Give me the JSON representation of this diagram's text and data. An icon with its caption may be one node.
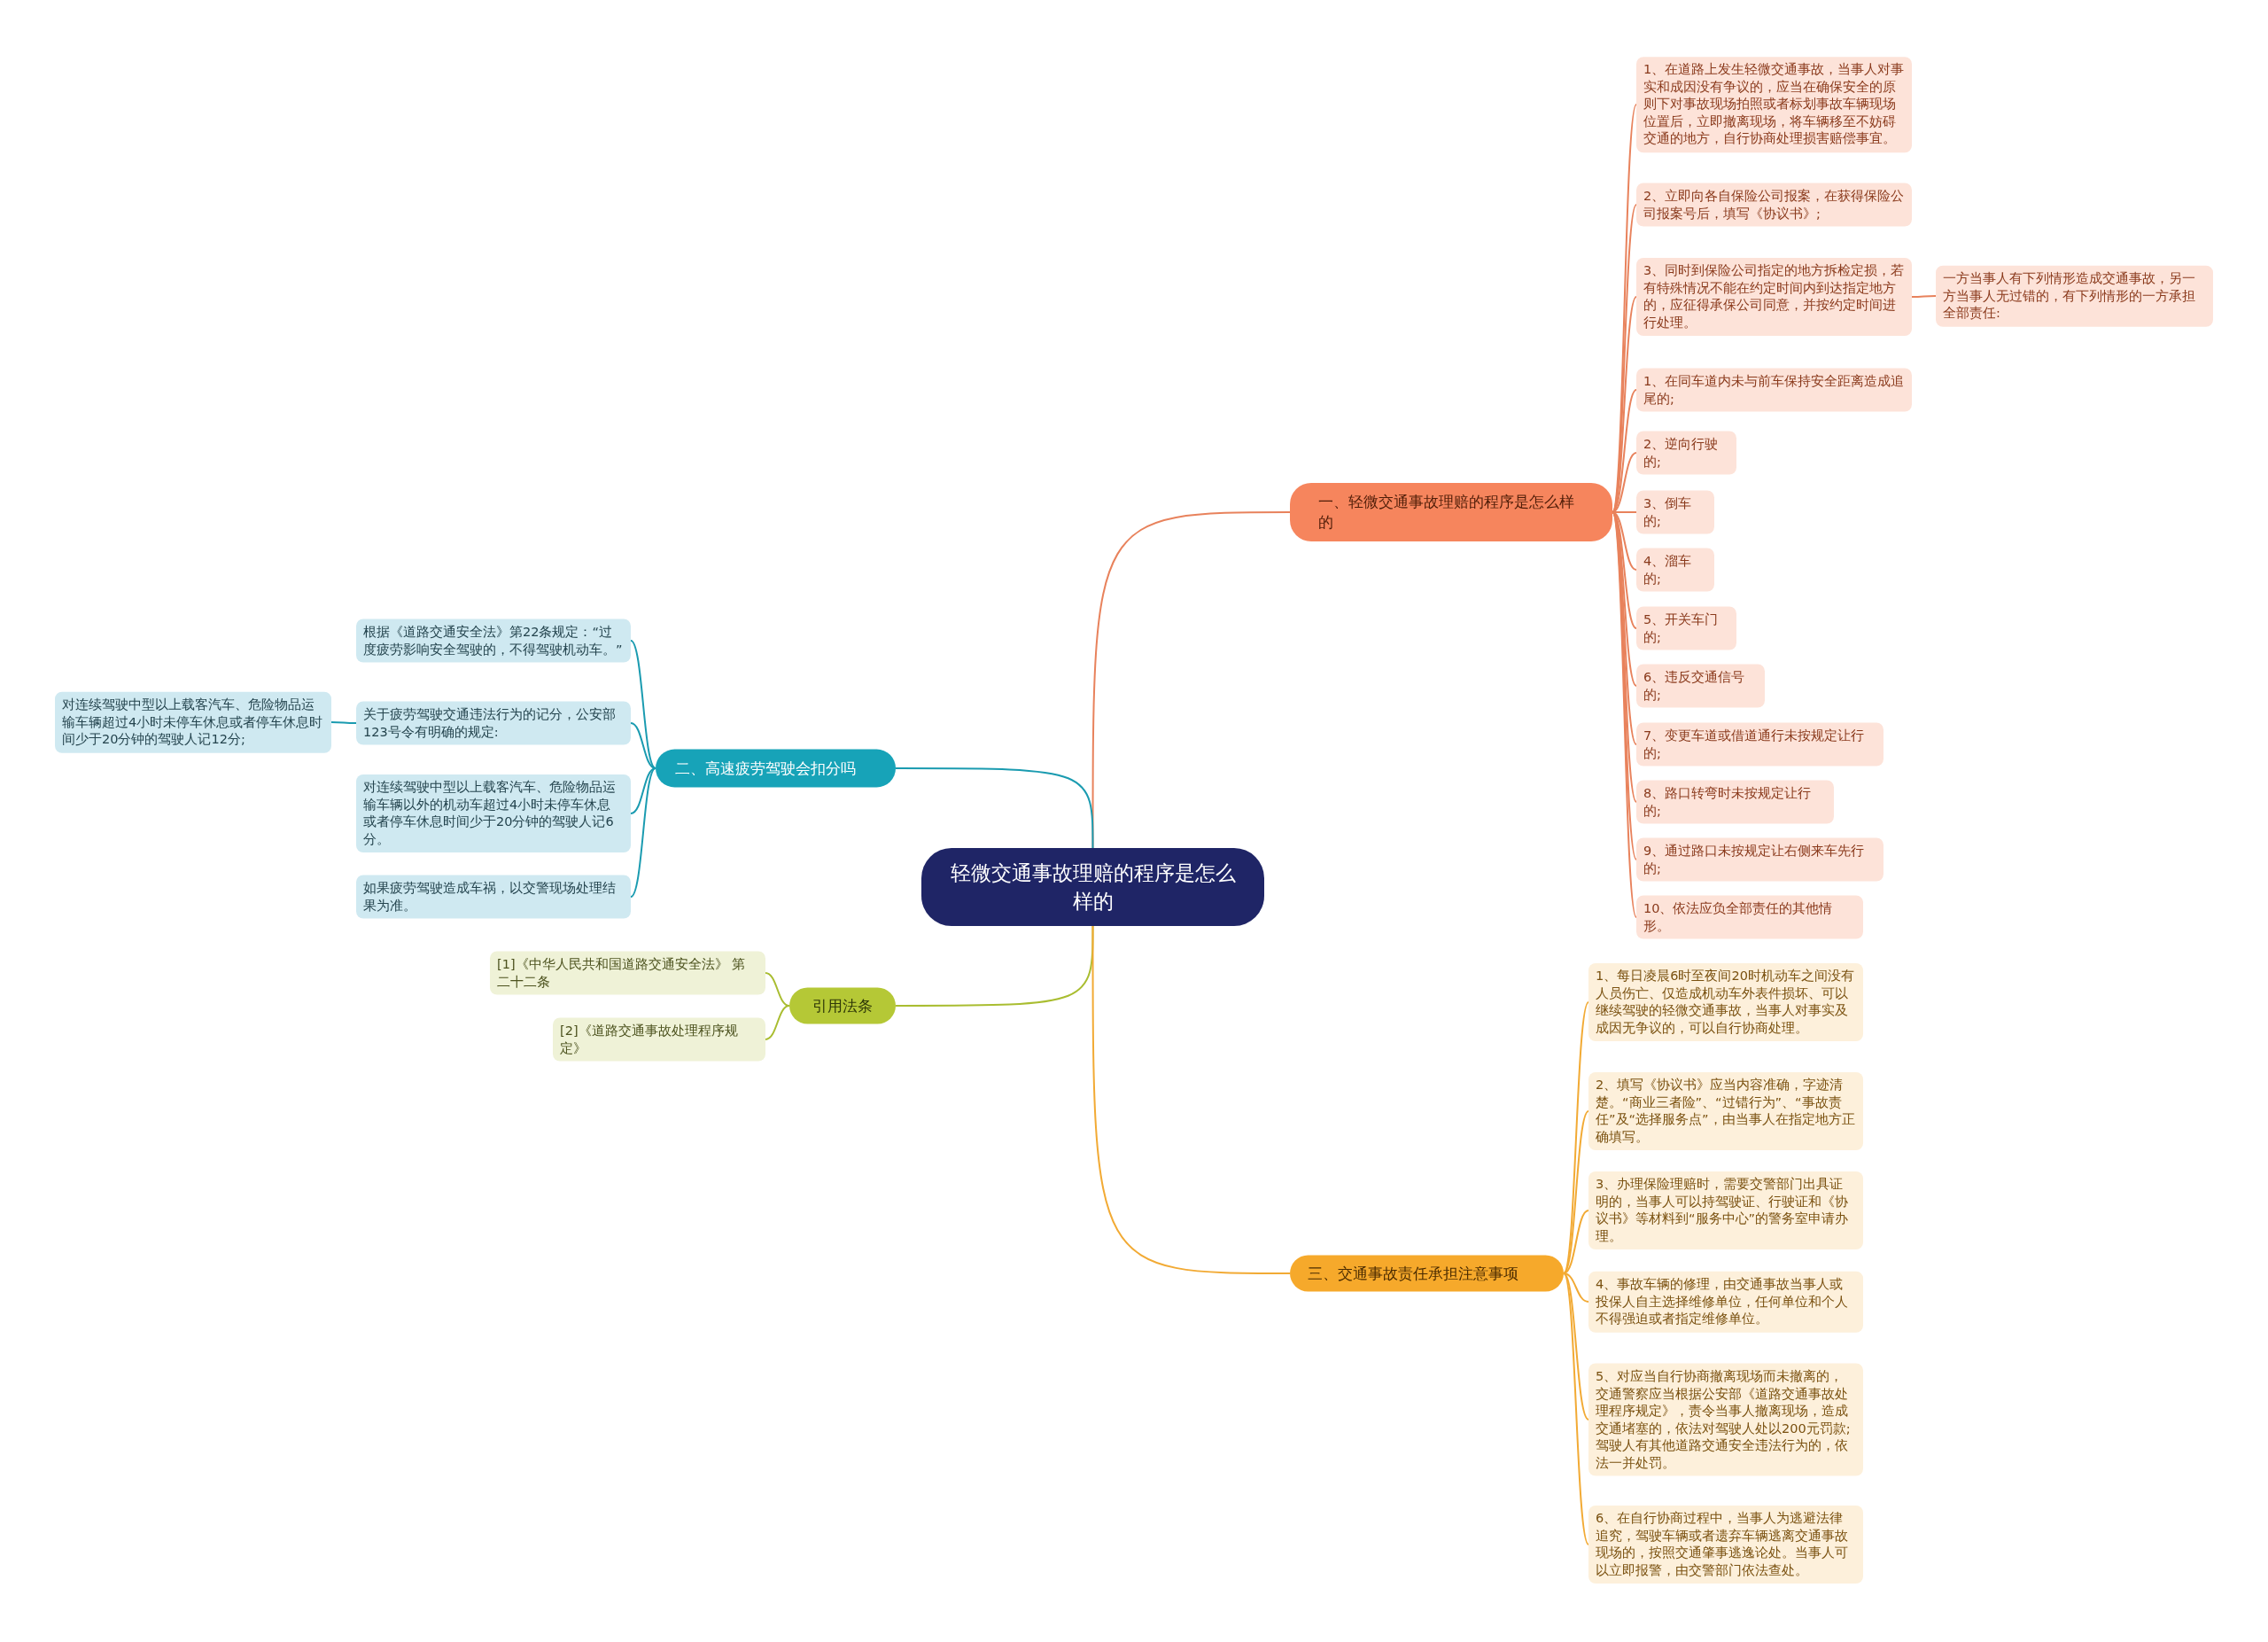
{
  "diagram": {
    "nodes": [
      {
        "text": [
          "轻微交通事故理赔的程序是怎么样的"
        ]
      },
      {
        "text": [
          "一、轻微交通事故理赔的程序是怎么样的"
        ]
      },
      {
        "text": [
          "1、在道路上发生轻微交通事故，当事人对事实和成因没有争议的，应当在确保安全的原则下对事故现场拍照或者标划事故车辆现场位置后，立即撤离现场，将车辆移至不妨碍交通的地方，自行协商处理损害赔偿事宜。"
        ]
      },
      {
        "text": [
          "2、立即向各自保险公司报案，在获得保险公司报案号后，填写《协议书》;"
        ]
      },
      {
        "text": [
          "3、同时到保险公司指定的地方拆检定损，若有特殊情况不能在约定时间内到达指定地方的，应征得承保公司同意，并按约定时间进行处理。"
        ]
      },
      {
        "text": [
          "一方当事人有下列情形造成交通事故，另一方当事人无过错的，有下列情形的一方承担全部责任:"
        ]
      },
      {
        "text": [
          "1、在同车道内未与前车保持安全距离造成追尾的;"
        ]
      },
      {
        "text": [
          "2、逆向行驶的;"
        ]
      },
      {
        "text": [
          "3、倒车的;"
        ]
      },
      {
        "text": [
          "4、溜车的;"
        ]
      },
      {
        "text": [
          "5、开关车门的;"
        ]
      },
      {
        "text": [
          "6、违反交通信号的;"
        ]
      },
      {
        "text": [
          "7、变更车道或借道通行未按规定让行的;"
        ]
      },
      {
        "text": [
          "8、路口转弯时未按规定让行的;"
        ]
      },
      {
        "text": [
          "9、通过路口未按规定让右侧来车先行的;"
        ]
      },
      {
        "text": [
          "10、依法应负全部责任的其他情形。"
        ]
      },
      {
        "text": [
          "二、高速疲劳驾驶会扣分吗"
        ]
      },
      {
        "text": [
          "根据《道路交通安全法》第22条规定：“过度疲劳影响安全驾驶的，不得驾驶机动车。”"
        ]
      },
      {
        "text": [
          "关于疲劳驾驶交通违法行为的记分，公安部123号令有明确的规定:"
        ]
      },
      {
        "text": [
          "对连续驾驶中型以上载客汽车、危险物品运输车辆超过4小时未停车休息或者停车休息时间少于20分钟的驾驶人记12分;"
        ]
      },
      {
        "text": [
          "对连续驾驶中型以上载客汽车、危险物品运输车辆以外的机动车超过4小时未停车休息或者停车休息时间少于20分钟的驾驶人记6分。"
        ]
      },
      {
        "text": [
          "如果疲劳驾驶造成车祸，以交警现场处理结果为准。"
        ]
      },
      {
        "text": [
          "引用法条"
        ]
      },
      {
        "text": [
          "[1]《中华人民共和国道路交通安全法》 第二十二条"
        ]
      },
      {
        "text": [
          "[2]《道路交通事故处理程序规定》"
        ]
      },
      {
        "text": [
          "三、交通事故责任承担注意事项"
        ]
      },
      {
        "text": [
          "1、每日凌晨6时至夜间20时机动车之间没有人员伤亡、仅造成机动车外表件损坏、可以继续驾驶的轻微交通事故，当事人对事实及成因无争议的，可以自行协商处理。"
        ]
      },
      {
        "text": [
          "2、填写《协议书》应当内容准确，字迹清楚。“商业三者险”、“过错行为”、“事故责任”及“选择服务点”，由当事人在指定地方正确填写。"
        ]
      },
      {
        "text": [
          "3、办理保险理赔时，需要交警部门出具证明的，当事人可以持驾驶证、行驶证和《协议书》等材料到“服务中心”的警务室申请办理。"
        ]
      },
      {
        "text": [
          "4、事故车辆的修理，由交通事故当事人或投保人自主选择维修单位，任何单位和个人不得强迫或者指定维修单位。"
        ]
      },
      {
        "text": [
          "5、对应当自行协商撤离现场而未撤离的，交通警察应当根据公安部《道路交通事故处理程序规定》，责令当事人撤离现场，造成交通堵塞的，依法对驾驶人处以200元罚款;驾驶人有其他道路交通安全违法行为的，依法一并处罚。"
        ]
      },
      {
        "text": [
          "6、在自行协商过程中，当事人为逃避法律追究，驾驶车辆或者遗弃车辆逃离交通事故现场的，按照交通肇事逃逸论处。当事人可以立即报警，由交警部门依法查处。"
        ]
      }
    ],
    "edges": [
      {
        "from": 0,
        "to": 1,
        "arrow": "none",
        "color": "#e8825c"
      },
      {
        "from": 1,
        "to": 2,
        "arrow": "none",
        "color": "#e8825c"
      },
      {
        "from": 1,
        "to": 3,
        "arrow": "none",
        "color": "#e8825c"
      },
      {
        "from": 1,
        "to": 4,
        "arrow": "none",
        "color": "#e8825c"
      },
      {
        "from": 4,
        "to": 5,
        "arrow": "none",
        "color": "#e8825c"
      },
      {
        "from": 1,
        "to": 6,
        "arrow": "none",
        "color": "#e8825c"
      },
      {
        "from": 1,
        "to": 7,
        "arrow": "none",
        "color": "#e8825c"
      },
      {
        "from": 1,
        "to": 8,
        "arrow": "none",
        "color": "#e8825c"
      },
      {
        "from": 1,
        "to": 9,
        "arrow": "none",
        "color": "#e8825c"
      },
      {
        "from": 1,
        "to": 10,
        "arrow": "none",
        "color": "#e8825c"
      },
      {
        "from": 1,
        "to": 11,
        "arrow": "none",
        "color": "#e8825c"
      },
      {
        "from": 1,
        "to": 12,
        "arrow": "none",
        "color": "#e8825c"
      },
      {
        "from": 1,
        "to": 13,
        "arrow": "none",
        "color": "#e8825c"
      },
      {
        "from": 1,
        "to": 14,
        "arrow": "none",
        "color": "#e8825c"
      },
      {
        "from": 1,
        "to": 15,
        "arrow": "none",
        "color": "#e8825c"
      },
      {
        "from": 0,
        "to": 16,
        "arrow": "none",
        "color": "#1a9bb0"
      },
      {
        "from": 16,
        "to": 17,
        "arrow": "none",
        "color": "#1a9bb0"
      },
      {
        "from": 16,
        "to": 18,
        "arrow": "none",
        "color": "#1a9bb0"
      },
      {
        "from": 18,
        "to": 19,
        "arrow": "none",
        "color": "#1a9bb0"
      },
      {
        "from": 16,
        "to": 20,
        "arrow": "none",
        "color": "#1a9bb0"
      },
      {
        "from": 16,
        "to": 21,
        "arrow": "none",
        "color": "#1a9bb0"
      },
      {
        "from": 0,
        "to": 22,
        "arrow": "none",
        "color": "#a9bd30"
      },
      {
        "from": 22,
        "to": 23,
        "arrow": "none",
        "color": "#a9bd30"
      },
      {
        "from": 22,
        "to": 24,
        "arrow": "none",
        "color": "#a9bd30"
      },
      {
        "from": 0,
        "to": 25,
        "arrow": "none",
        "color": "#f2aa34"
      },
      {
        "from": 25,
        "to": 26,
        "arrow": "none",
        "color": "#f2aa34"
      },
      {
        "from": 25,
        "to": 27,
        "arrow": "none",
        "color": "#f2aa34"
      },
      {
        "from": 25,
        "to": 28,
        "arrow": "none",
        "color": "#f2aa34"
      },
      {
        "from": 25,
        "to": 29,
        "arrow": "none",
        "color": "#f2aa34"
      },
      {
        "from": 25,
        "to": 30,
        "arrow": "none",
        "color": "#f2aa34"
      },
      {
        "from": 25,
        "to": 31,
        "arrow": "none",
        "color": "#f2aa34"
      }
    ]
  }
}
